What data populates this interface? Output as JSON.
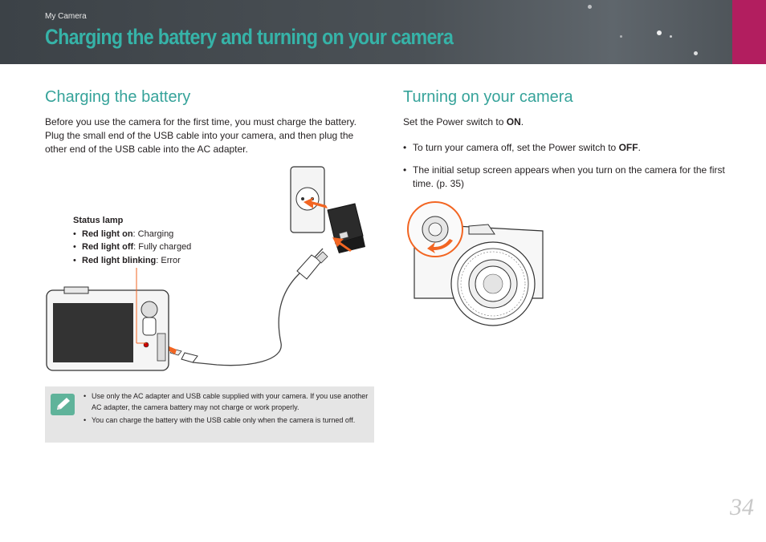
{
  "header": {
    "breadcrumb": "My Camera",
    "title": "Charging the battery and turning on your camera"
  },
  "charging": {
    "heading": "Charging the battery",
    "intro": "Before you use the camera for the first time, you must charge the battery. Plug the small end of the USB cable into your camera, and then plug the other end of the USB cable into the AC adapter.",
    "status_lamp": {
      "title": "Status lamp",
      "items": [
        {
          "bold": "Red light on",
          "text": ": Charging"
        },
        {
          "bold": "Red light off",
          "text": ": Fully charged"
        },
        {
          "bold": "Red light blinking",
          "text": ": Error"
        }
      ]
    },
    "note": {
      "items": [
        "Use only the AC adapter and USB cable supplied with your camera. If you use another AC adapter, the camera battery may not charge or work properly.",
        "You can charge the battery with the USB cable only when the camera is turned off."
      ]
    }
  },
  "power": {
    "heading": "Turning on your camera",
    "instruction_prefix": "Set the Power switch to ",
    "instruction_on": "ON",
    "instruction_suffix": ".",
    "bullet1_prefix": "To turn your camera off, set the Power switch to ",
    "bullet1_off": "OFF",
    "bullet1_suffix": ".",
    "bullet2": "The initial setup screen appears when you turn on the camera for the first time. (p. 35)"
  },
  "page_number": "34",
  "colors": {
    "header_bg": "#454b50",
    "accent_teal": "#36b3a8",
    "accent_magenta": "#b21e5f",
    "arrow_orange": "#f26522",
    "note_bg": "#e5e5e5"
  },
  "icons": {
    "note": "pencil-note-icon"
  }
}
